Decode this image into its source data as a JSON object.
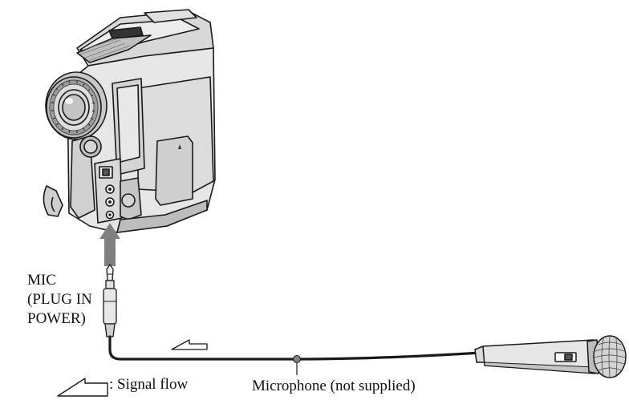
{
  "labels": {
    "jack_line1": "MIC",
    "jack_line2": "(PLUG IN",
    "jack_line3": "POWER)",
    "signal_flow": ": Signal flow",
    "microphone": "Microphone (not supplied)"
  },
  "colors": {
    "body_light": "#e6e6e6",
    "body_mid": "#c9c9c9",
    "body_dark": "#8a8a8a",
    "outline": "#1a1a1a",
    "arrow": "#808080"
  }
}
